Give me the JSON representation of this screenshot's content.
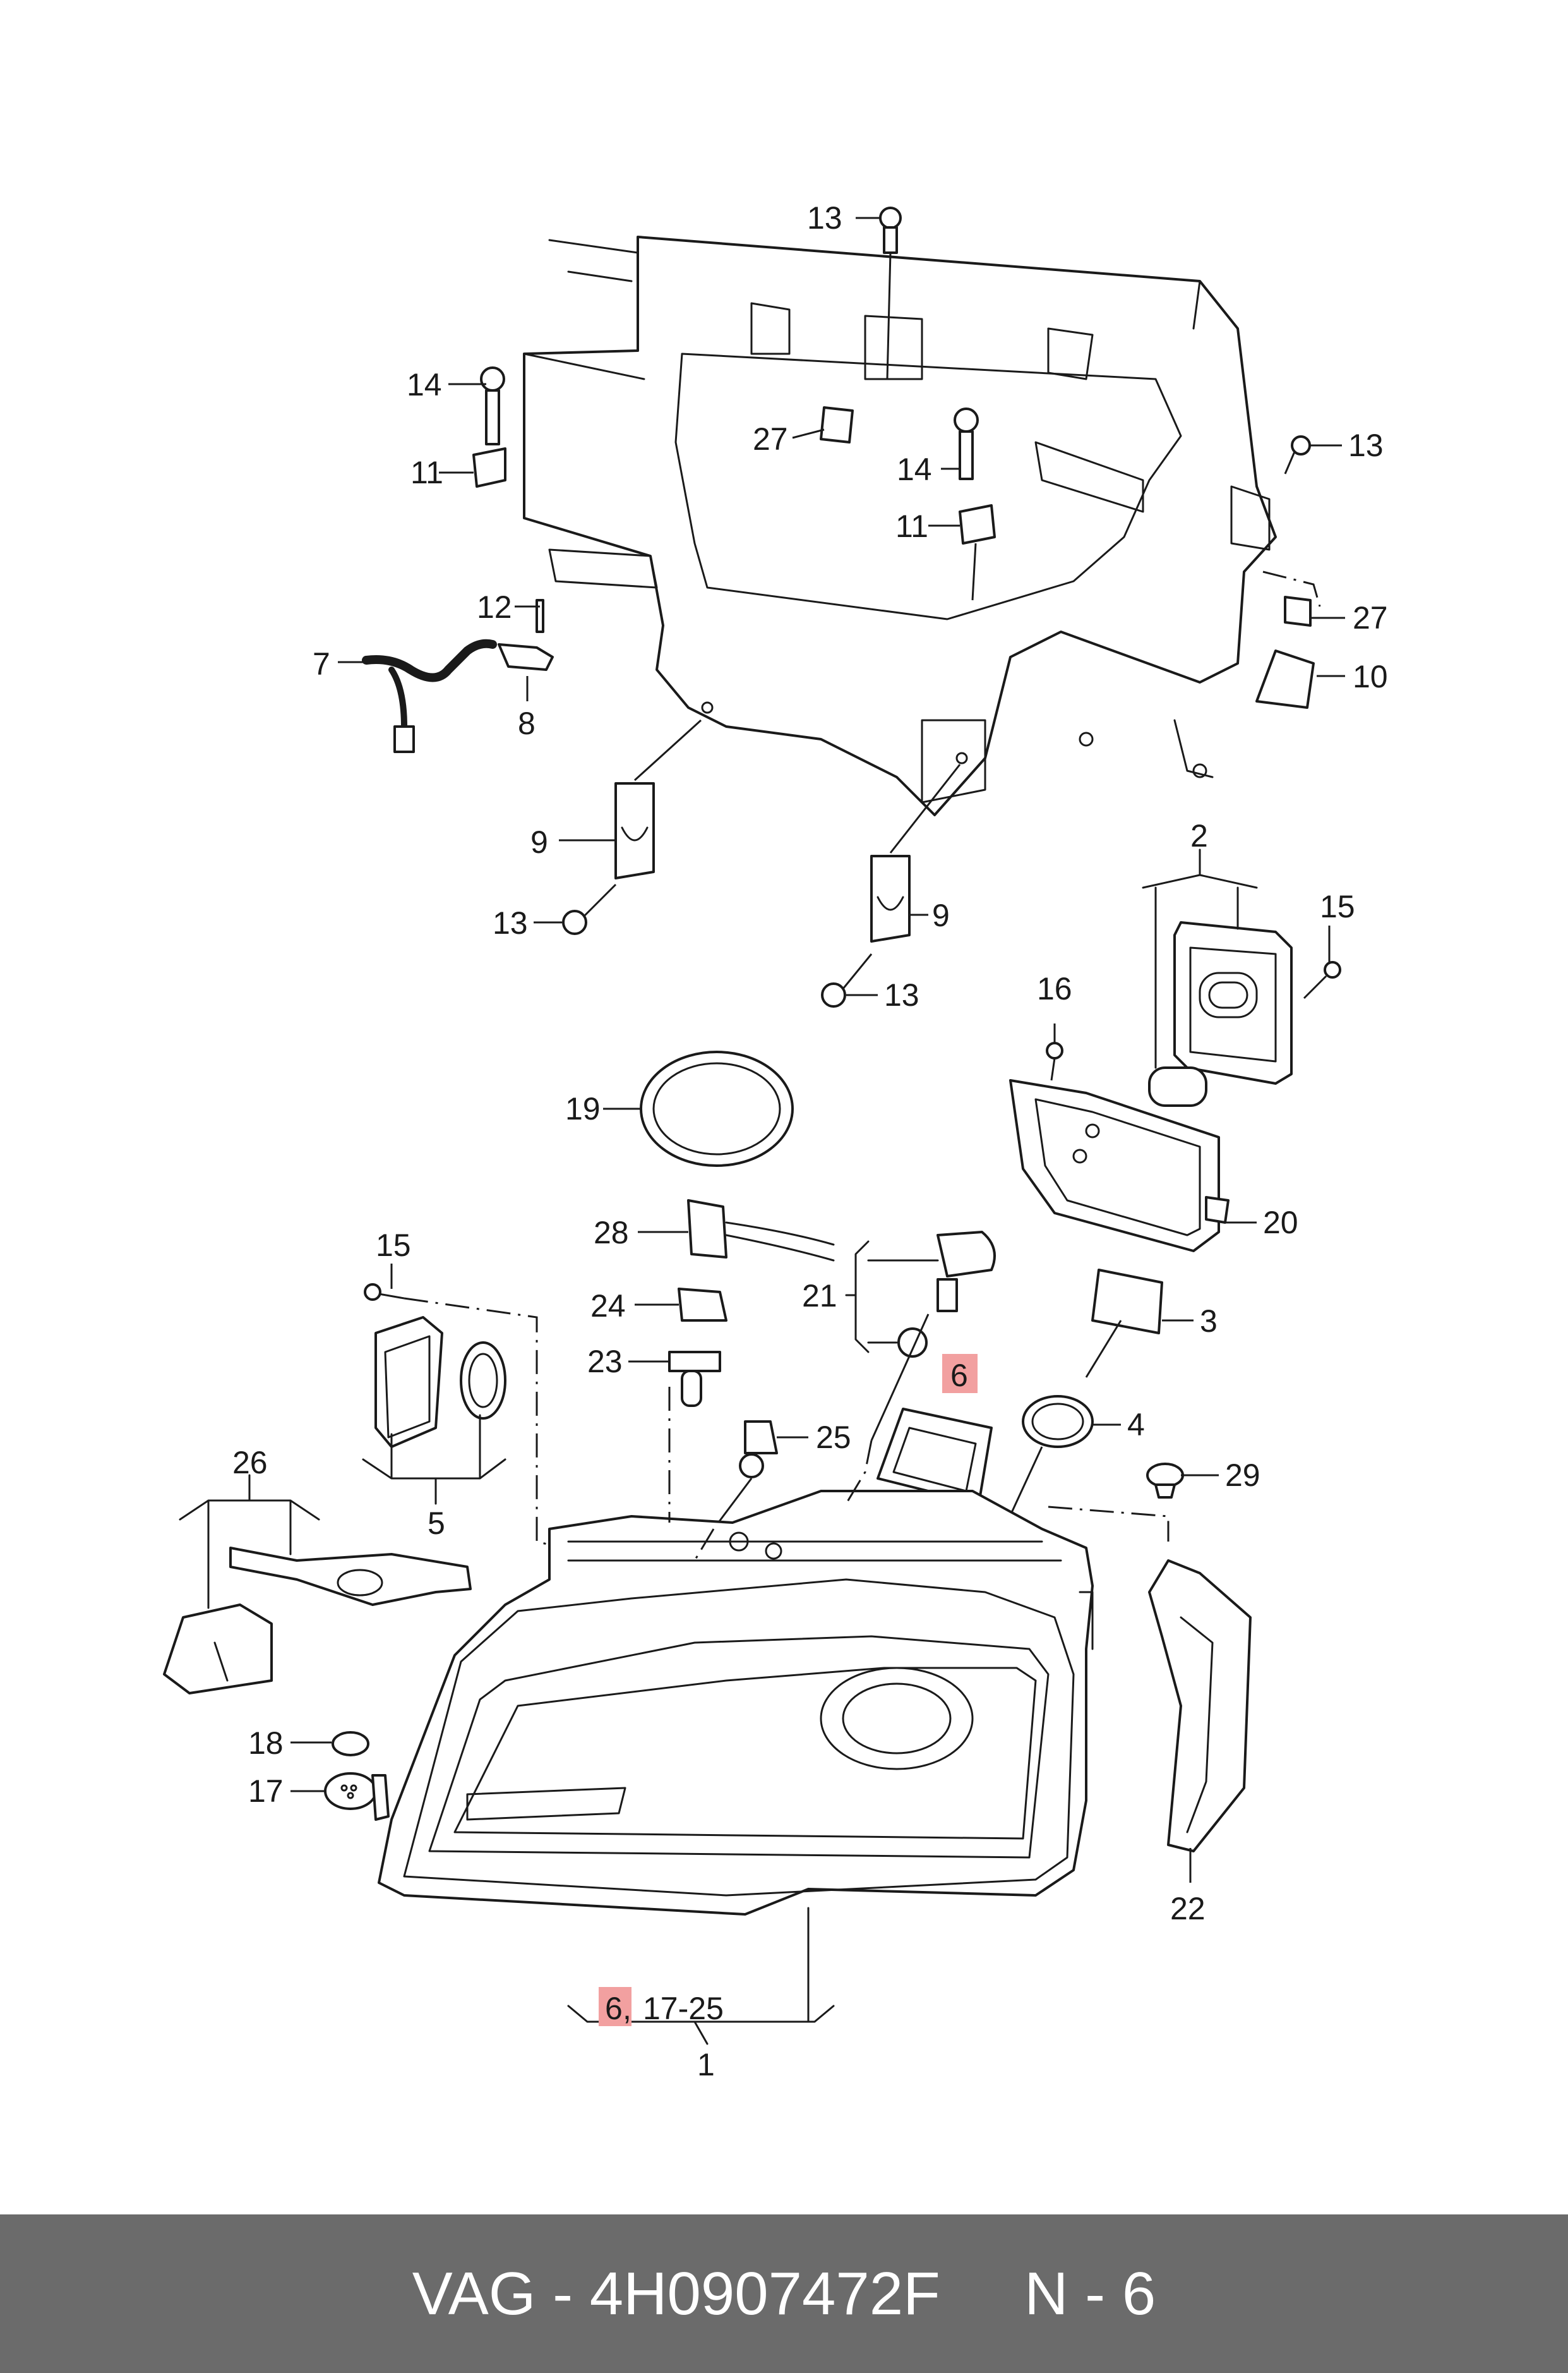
{
  "labels": {
    "l1": "1",
    "l2": "2",
    "l3": "3",
    "l4": "4",
    "l5": "5",
    "l6": "6",
    "l6b": "6",
    "l6c": ",",
    "l17_25": "17-25",
    "l7": "7",
    "l8": "8",
    "l9a": "9",
    "l9b": "9",
    "l10": "10",
    "l11a": "11",
    "l11b": "11",
    "l12": "12",
    "l13a": "13",
    "l13b": "13",
    "l13c": "13",
    "l13d": "13",
    "l14a": "14",
    "l14b": "14",
    "l15a": "15",
    "l15b": "15",
    "l16": "16",
    "l17": "17",
    "l18": "18",
    "l19": "19",
    "l20": "20",
    "l21": "21",
    "l22": "22",
    "l23": "23",
    "l24": "24",
    "l25": "25",
    "l26": "26",
    "l27a": "27",
    "l27b": "27",
    "l28": "28",
    "l29": "29"
  },
  "highlight_color": "#f2a0a0",
  "footer": {
    "brand": "VAG",
    "separator": " - ",
    "part_number": "4H0907472F",
    "spacer": "     ",
    "page": "N - 6"
  }
}
